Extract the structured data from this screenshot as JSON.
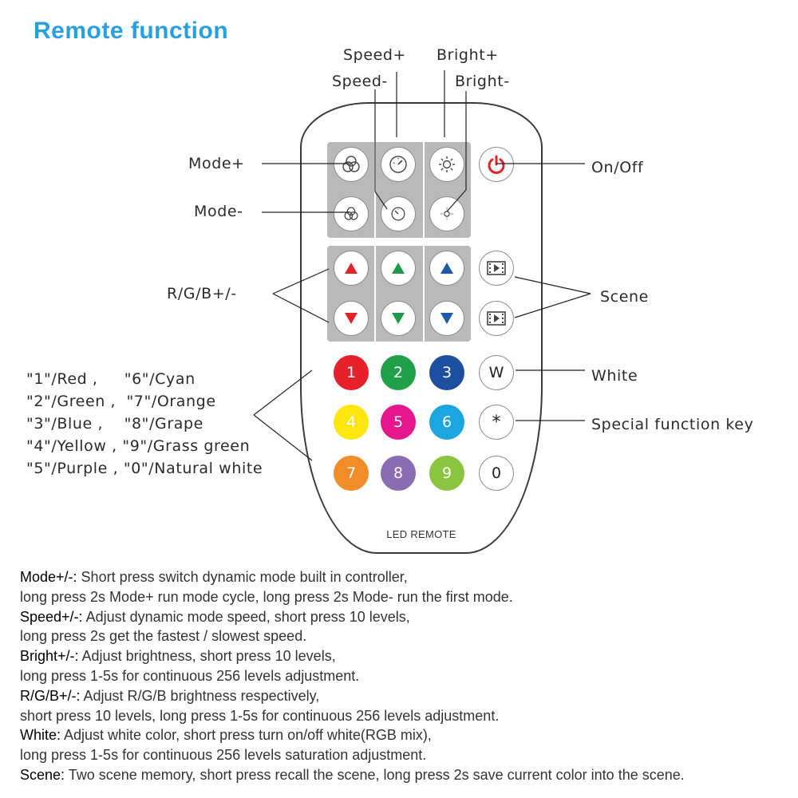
{
  "title": "Remote function",
  "labels": {
    "speed_plus": "Speed+",
    "speed_minus": "Speed-",
    "bright_plus": "Bright+",
    "bright_minus": "Bright-",
    "mode_plus": "Mode+",
    "mode_minus": "Mode-",
    "on_off": "On/Off",
    "rgb": "R/G/B+/-",
    "scene": "Scene",
    "white": "White",
    "special": "Special function key"
  },
  "color_map": [
    "\"1\"/Red ,     \"6\"/Cyan",
    "\"2\"/Green ,  \"7\"/Orange",
    "\"3\"/Blue ,    \"8\"/Grape",
    "\"4\"/Yellow , \"9\"/Grass green",
    "\"5\"/Purple , \"0\"/Natural white"
  ],
  "remote": {
    "brand": "LED REMOTE",
    "number_keys": [
      {
        "label": "1",
        "color": "#e62129"
      },
      {
        "label": "2",
        "color": "#20a04a"
      },
      {
        "label": "3",
        "color": "#1d4f9f"
      },
      {
        "label": "4",
        "color": "#ffe70e"
      },
      {
        "label": "5",
        "color": "#e6168c"
      },
      {
        "label": "6",
        "color": "#1ba6e0"
      },
      {
        "label": "7",
        "color": "#f28c28"
      },
      {
        "label": "8",
        "color": "#8a6cb2"
      },
      {
        "label": "9",
        "color": "#8bc53f"
      }
    ],
    "white_key": "W",
    "special_key": "*",
    "zero_key": "0",
    "colors": {
      "panel": "#b9b9b9",
      "power": "#e0242a",
      "red_arrow": "#e0242a",
      "green_arrow": "#1f9a4a",
      "blue_arrow": "#1f5aa8"
    }
  },
  "descriptions": [
    {
      "key": "Mode+/-:",
      "text": " Short press switch dynamic mode built in controller,"
    },
    {
      "key": "",
      "text": "long press 2s Mode+ run mode cycle, long press 2s Mode- run the first mode."
    },
    {
      "key": "Speed+/-:",
      "text": " Adjust dynamic mode speed, short press 10 levels,"
    },
    {
      "key": "",
      "text": "long press 2s get the fastest / slowest speed."
    },
    {
      "key": "Bright+/-:",
      "text": " Adjust brightness, short press 10 levels,"
    },
    {
      "key": "",
      "text": "long press 1-5s for continuous 256 levels adjustment."
    },
    {
      "key": "R/G/B+/-:",
      "text": " Adjust R/G/B brightness respectively,"
    },
    {
      "key": "",
      "text": "short press 10 levels, long press 1-5s for continuous 256 levels adjustment."
    },
    {
      "key": "White:",
      "text": " Adjust white color, short press turn on/off white(RGB mix),"
    },
    {
      "key": "",
      "text": "long press 1-5s for continuous 256 levels saturation adjustment."
    },
    {
      "key": "Scene:",
      "text": " Two scene memory, short press recall the scene, long press 2s save current color into the scene."
    }
  ]
}
